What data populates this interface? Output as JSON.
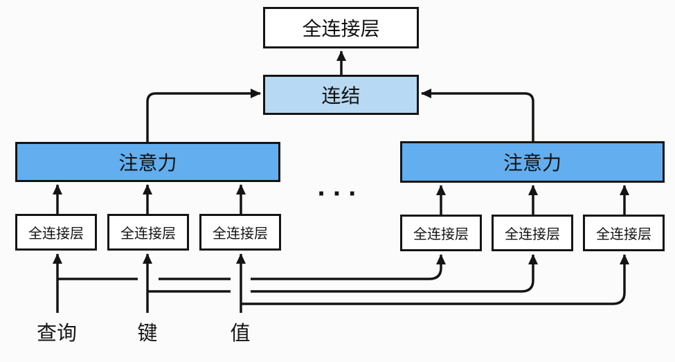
{
  "diagram": {
    "title": "multi-head-attention-diagram",
    "top_box": {
      "label": "全连接层"
    },
    "concat_box": {
      "label": "连结"
    },
    "attention_heads": {
      "left": {
        "label": "注意力"
      },
      "right": {
        "label": "注意力"
      }
    },
    "fc_boxes": [
      "全连接层",
      "全连接层",
      "全连接层",
      "全连接层",
      "全连接层",
      "全连接层"
    ],
    "ellipsis": "···",
    "inputs": {
      "query": "查询",
      "key": "键",
      "value": "值"
    },
    "colors": {
      "attention_fill": "#62aeee",
      "concat_fill": "#b7d9f3",
      "fc_fill": "#ffffff",
      "line": "#141414",
      "background": "#fbfbfb"
    }
  }
}
